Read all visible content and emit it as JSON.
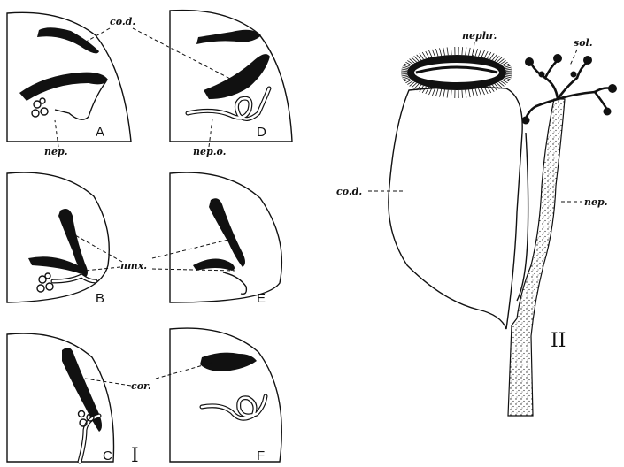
{
  "figure_one": {
    "numeral": "I",
    "labels": {
      "co_d": "co.d.",
      "nep": "nep.",
      "nep_o": "nep.o.",
      "nmx": "nmx.",
      "cor": "cor."
    },
    "panels": [
      {
        "letter": "A"
      },
      {
        "letter": "B"
      },
      {
        "letter": "C"
      },
      {
        "letter": "D"
      },
      {
        "letter": "E"
      },
      {
        "letter": "F"
      }
    ]
  },
  "figure_two": {
    "numeral": "II",
    "labels": {
      "nephr": "nephr.",
      "sol": "sol.",
      "co_d": "co.d.",
      "nep": "nep."
    }
  }
}
